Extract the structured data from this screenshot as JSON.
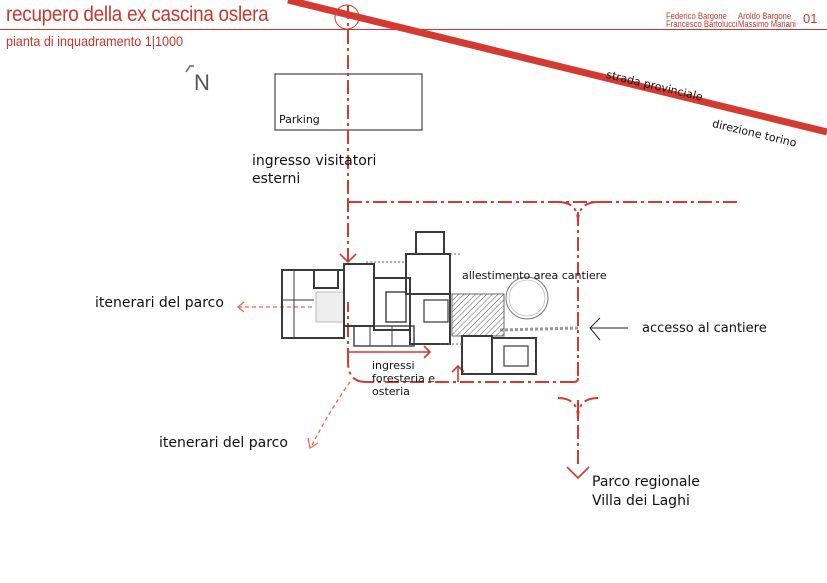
{
  "header": {
    "title": "recupero della ex cascina oslera",
    "subtitle": "pianta di inquadramento 1|1000",
    "authors_col1": [
      "Federico Bargone",
      "Francesco Bartolucci"
    ],
    "authors_col2": [
      "Aroldo Bargone",
      "Massimo Mariani"
    ],
    "sheet_number": "01"
  },
  "north_label": "N",
  "labels": {
    "parking": "Parking",
    "strada_provinciale": "strada provinciale",
    "direzione_torino": "direzione torino",
    "ingresso_visitatori_1": "ingresso visitatori",
    "ingresso_visitatori_2": "esterni",
    "allestimento": "allestimento area cantiere",
    "accesso_cantiere": "accesso al cantiere",
    "itinerari_1": "itenerari del parco",
    "itinerari_2": "itenerari del parco",
    "ingressi_1": "ingressi",
    "ingressi_2": "foresteria e",
    "ingressi_3": "osteria",
    "parco_1": "Parco regionale",
    "parco_2": "Villa dei Laghi"
  },
  "colors": {
    "accent": "#c8372d",
    "route": "#d43a2f",
    "building": "#3a3a3a"
  }
}
